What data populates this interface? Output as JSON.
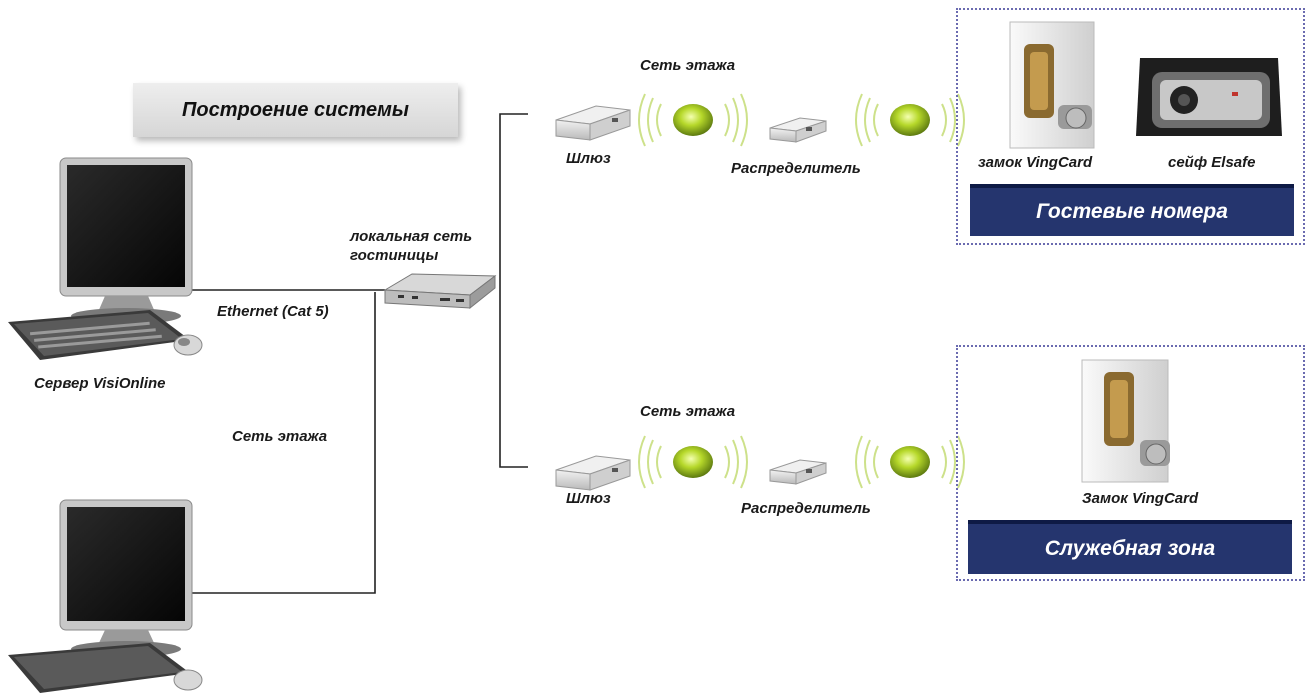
{
  "title": "Построение системы",
  "labels": {
    "lan": "локальная сеть гостиницы",
    "lan_line1": "локальная сеть",
    "lan_line2": "гостиницы",
    "ethernet": "Ethernet (Cat 5)",
    "server": "Сервер VisiOnline",
    "floor_net_left": "Сеть этажа",
    "floor_net_top": "Сеть этажа",
    "floor_net_bottom": "Сеть этажа",
    "gateway_top": "Шлюз",
    "gateway_bottom": "Шлюз",
    "distributor_top": "Распределитель",
    "distributor_bottom": "Распределитель",
    "lock_top": "замок VingCard",
    "safe": "сейф Elsafe",
    "lock_bottom": "Замок VingCard"
  },
  "zones": {
    "guest": "Гостевые номера",
    "service": "Служебная зона"
  },
  "colors": {
    "banner": "#25356e",
    "signal_led": "#b6d82a",
    "zone_border": "#6b6bb0"
  }
}
